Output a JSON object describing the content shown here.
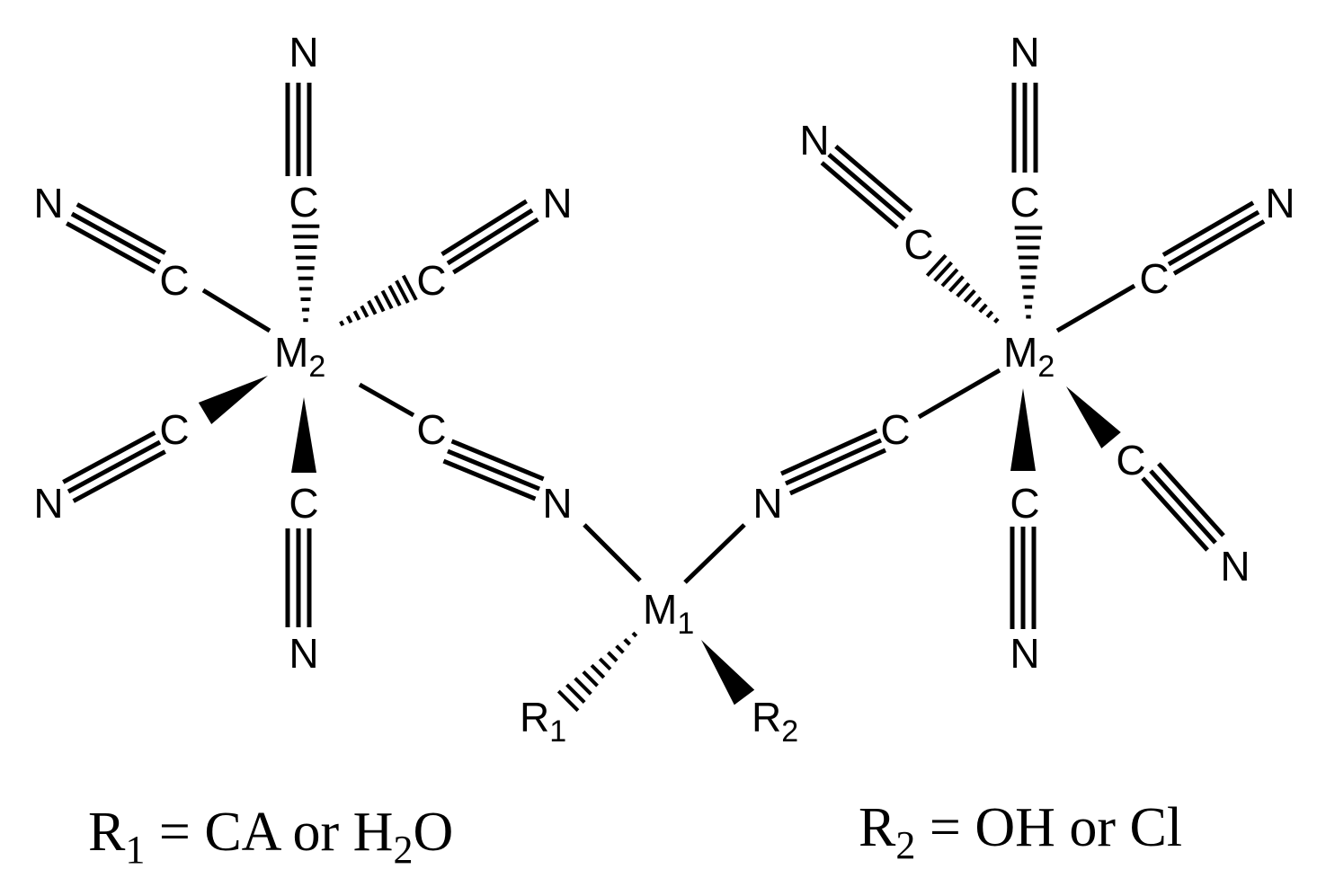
{
  "diagram": {
    "kind": "coordination-complex-structure",
    "colors": {
      "ink": "#000000",
      "background": "#ffffff"
    },
    "atoms": {
      "carbon": "C",
      "nitrogen": "N",
      "r1": "R",
      "r1_sub": "1",
      "r2": "R",
      "r2_sub": "2"
    },
    "metals": {
      "center": {
        "label": "M",
        "sub": "1"
      },
      "left": {
        "label": "M",
        "sub": "2"
      },
      "right": {
        "label": "M",
        "sub": "2"
      }
    },
    "captions": {
      "r1_def": {
        "symbol": "R",
        "sub": "1",
        "text_a": " = CA or H",
        "sub2": "2",
        "text_b": "O"
      },
      "r2_def": {
        "symbol": "R",
        "sub": "2",
        "text": " = OH or Cl"
      }
    }
  }
}
